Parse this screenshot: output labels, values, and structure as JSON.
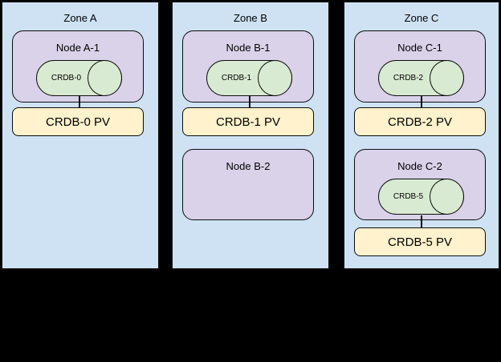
{
  "diagram": {
    "colors": {
      "background": "#000000",
      "zone_fill": "#cfe2f3",
      "node_fill": "#d9d2e9",
      "pod_fill": "#d9ead3",
      "pv_fill": "#fff2cc",
      "border_color": "#0d0d0d"
    },
    "zones": [
      {
        "title": "Zone A",
        "nodes": [
          {
            "title": "Node A-1",
            "pod": "CRDB-0",
            "pv": "CRDB-0 PV"
          }
        ]
      },
      {
        "title": "Zone B",
        "nodes": [
          {
            "title": "Node B-1",
            "pod": "CRDB-1",
            "pv": "CRDB-1 PV"
          },
          {
            "title": "Node B-2"
          }
        ]
      },
      {
        "title": "Zone C",
        "nodes": [
          {
            "title": "Node C-1",
            "pod": "CRDB-2",
            "pv": "CRDB-2 PV"
          },
          {
            "title": "Node C-2",
            "pod": "CRDB-5",
            "pv": "CRDB-5 PV"
          }
        ]
      }
    ]
  }
}
